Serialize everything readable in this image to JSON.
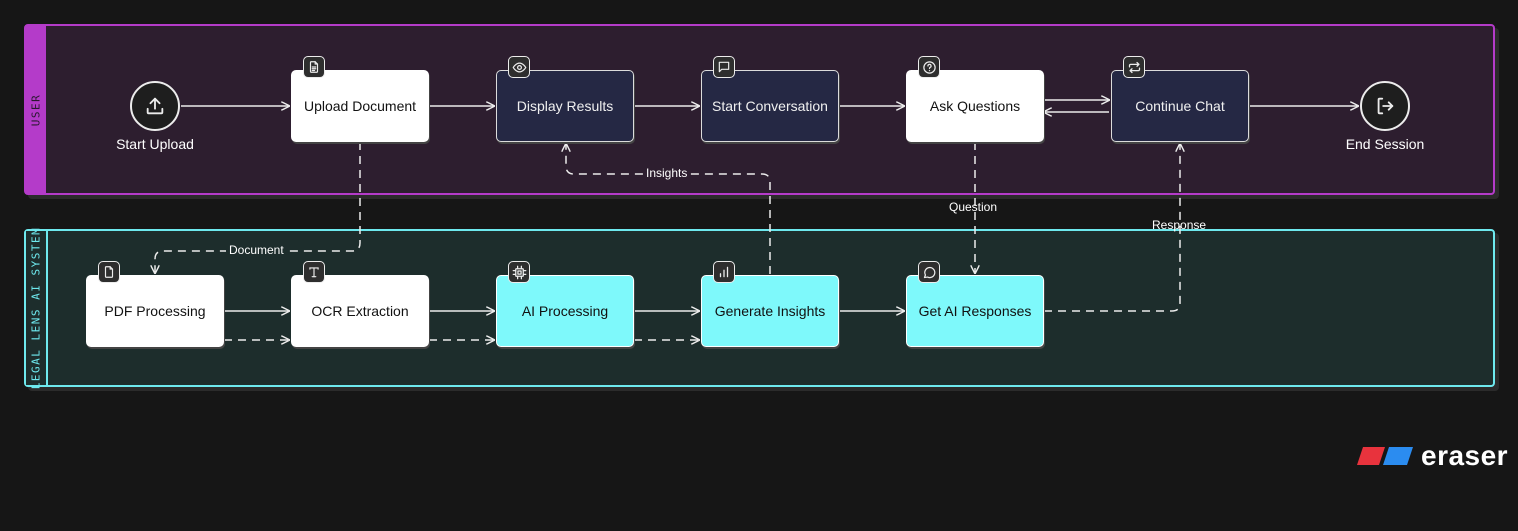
{
  "lanes": {
    "user": {
      "title": "USER"
    },
    "system": {
      "title": "LEGAL LENS AI SYSTEM"
    }
  },
  "start": {
    "label": "Start Upload",
    "icon": "upload-icon"
  },
  "end": {
    "label": "End Session",
    "icon": "logout-icon"
  },
  "nodes": {
    "upload_document": {
      "label": "Upload Document",
      "icon": "document-icon"
    },
    "display_results": {
      "label": "Display Results",
      "icon": "eye-icon"
    },
    "start_conversation": {
      "label": "Start Conversation",
      "icon": "chat-bubble-icon"
    },
    "ask_questions": {
      "label": "Ask Questions",
      "icon": "question-icon"
    },
    "continue_chat": {
      "label": "Continue Chat",
      "icon": "repeat-icon"
    },
    "pdf_processing": {
      "label": "PDF Processing",
      "icon": "file-icon"
    },
    "ocr_extraction": {
      "label": "OCR Extraction",
      "icon": "text-icon"
    },
    "ai_processing": {
      "label": "AI Processing",
      "icon": "chip-icon"
    },
    "generate_insights": {
      "label": "Generate Insights",
      "icon": "bar-chart-icon"
    },
    "get_ai_responses": {
      "label": "Get AI Responses",
      "icon": "message-circle-icon"
    }
  },
  "edge_labels": {
    "document": "Document",
    "insights": "Insights",
    "question": "Question",
    "response": "Response"
  },
  "colors": {
    "user_lane_border": "#b43bc9",
    "user_lane_fill": "#2d1e2f",
    "system_lane_border": "#6ee9ee",
    "system_lane_fill": "#1d2d2c",
    "navy_node": "#252844",
    "cyan_node": "#7ef9fb",
    "background": "#161616"
  },
  "brand": {
    "name": "eraser"
  }
}
